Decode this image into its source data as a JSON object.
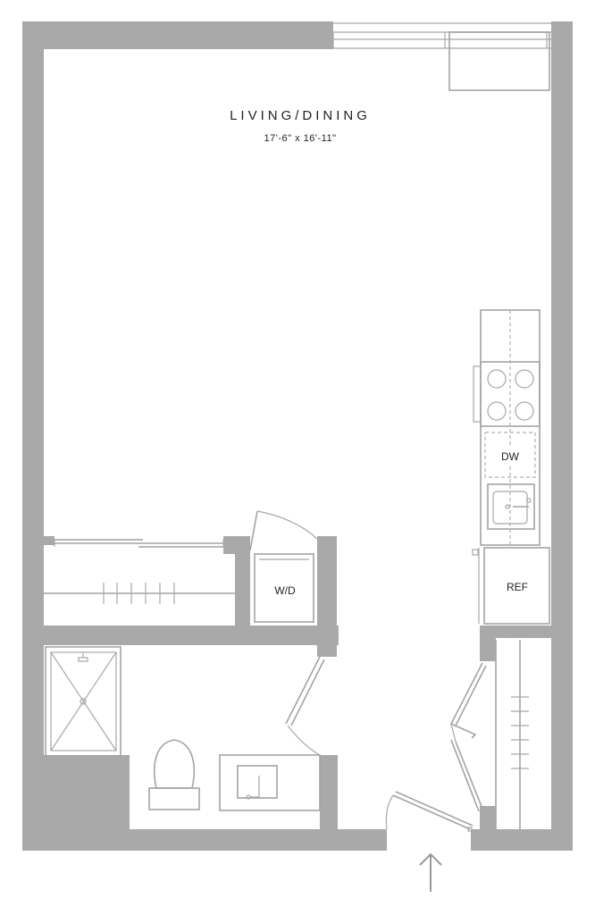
{
  "living": {
    "title": "LIVING/DINING",
    "dimensions": "17'-6\" x 16'-11\""
  },
  "labels": {
    "dishwasher": "DW",
    "washer_dryer": "W/D",
    "refrigerator": "REF"
  },
  "icons": {
    "entry": "entry-arrow-icon"
  },
  "colors": {
    "wall": "#a9a9a9",
    "line": "#a3a3a3",
    "text": "#222222"
  }
}
